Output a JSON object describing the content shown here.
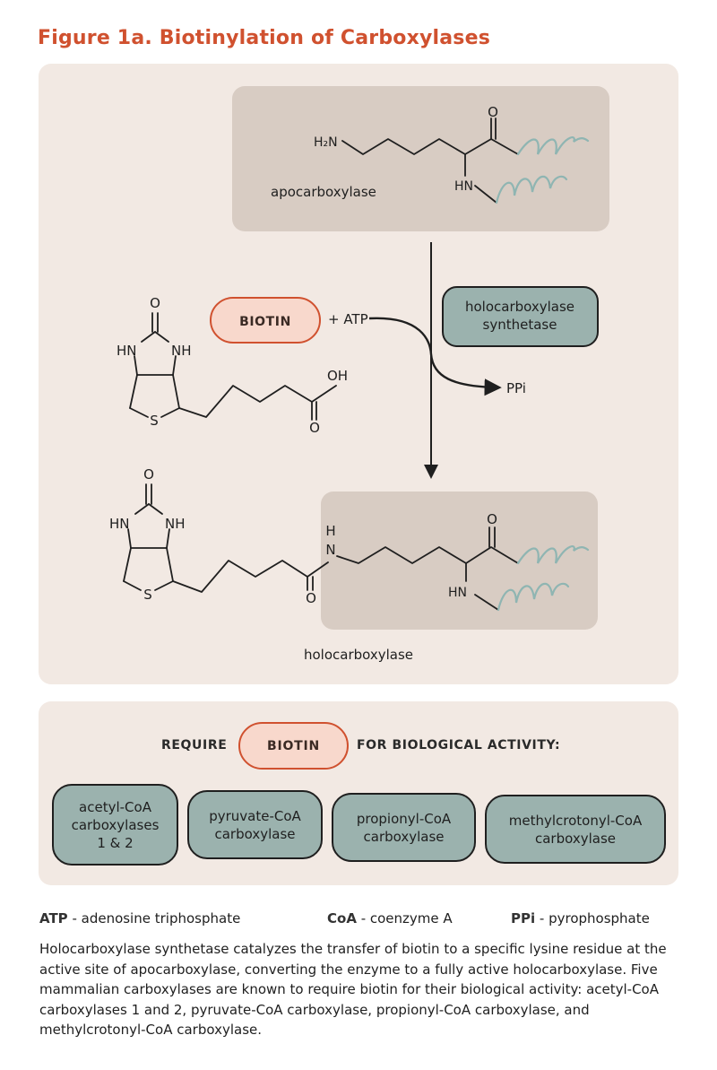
{
  "title": "Figure 1a. Biotinylation of Carboxylases",
  "colors": {
    "title": "#d0512f",
    "panel_bg": "#f2e9e3",
    "protein_box": "#d8ccc3",
    "enzyme_fill": "#9bb2ae",
    "biotin_fill": "#f8d8cc",
    "biotin_border": "#d0512f",
    "helix": "#8fb5b2",
    "line": "#1f1f1f"
  },
  "diagram": {
    "apocarboxylase": {
      "name": "apocarboxylase",
      "atoms": {
        "amine": "H₂N",
        "carbonyl_o": "O",
        "amide_hn": "HN"
      }
    },
    "biotin": {
      "pill_label": "BIOTIN",
      "plus_atp": "+ ATP",
      "atoms": {
        "o_top": "O",
        "hn_left": "HN",
        "nh_right": "NH",
        "s": "S",
        "oh": "OH",
        "o_acid": "O"
      }
    },
    "enzyme": {
      "label_line1": "holocarboxylase",
      "label_line2": "synthetase"
    },
    "byproduct": "PPi",
    "holocarboxylase": {
      "name": "holocarboxylase",
      "atoms": {
        "o_top": "O",
        "hn_left": "HN",
        "nh_right": "NH",
        "s": "S",
        "n": "N",
        "h": "H",
        "o_amide": "O",
        "carbonyl_o": "O",
        "amide_hn": "HN"
      }
    }
  },
  "requirement": {
    "prefix": "REQUIRE",
    "pill": "BIOTIN",
    "suffix": "FOR BIOLOGICAL ACTIVITY:",
    "enzymes": [
      {
        "line1": "acetyl-CoA",
        "line2": "carboxylases",
        "line3": "1 & 2"
      },
      {
        "line1": "pyruvate-CoA",
        "line2": "carboxylase"
      },
      {
        "line1": "propionyl-CoA",
        "line2": "carboxylase"
      },
      {
        "line1": "methylcrotonyl-CoA",
        "line2": "carboxylase"
      }
    ]
  },
  "legend": [
    {
      "abbr": "ATP",
      "text": " - adenosine triphosphate"
    },
    {
      "abbr": "CoA",
      "text": " - coenzyme A"
    },
    {
      "abbr": "PPi",
      "text": " - pyrophosphate"
    }
  ],
  "caption": "Holocarboxylase synthetase catalyzes the transfer of biotin to a specific lysine residue at the active site of apocarboxylase, converting the enzyme to a fully active holocarboxylase. Five mammalian carboxylases are known to require biotin for their biological activity: acetyl-CoA carboxylases 1 and 2, pyruvate-CoA carboxylase, propionyl-CoA carboxylase, and methylcrotonyl-CoA carboxylase."
}
